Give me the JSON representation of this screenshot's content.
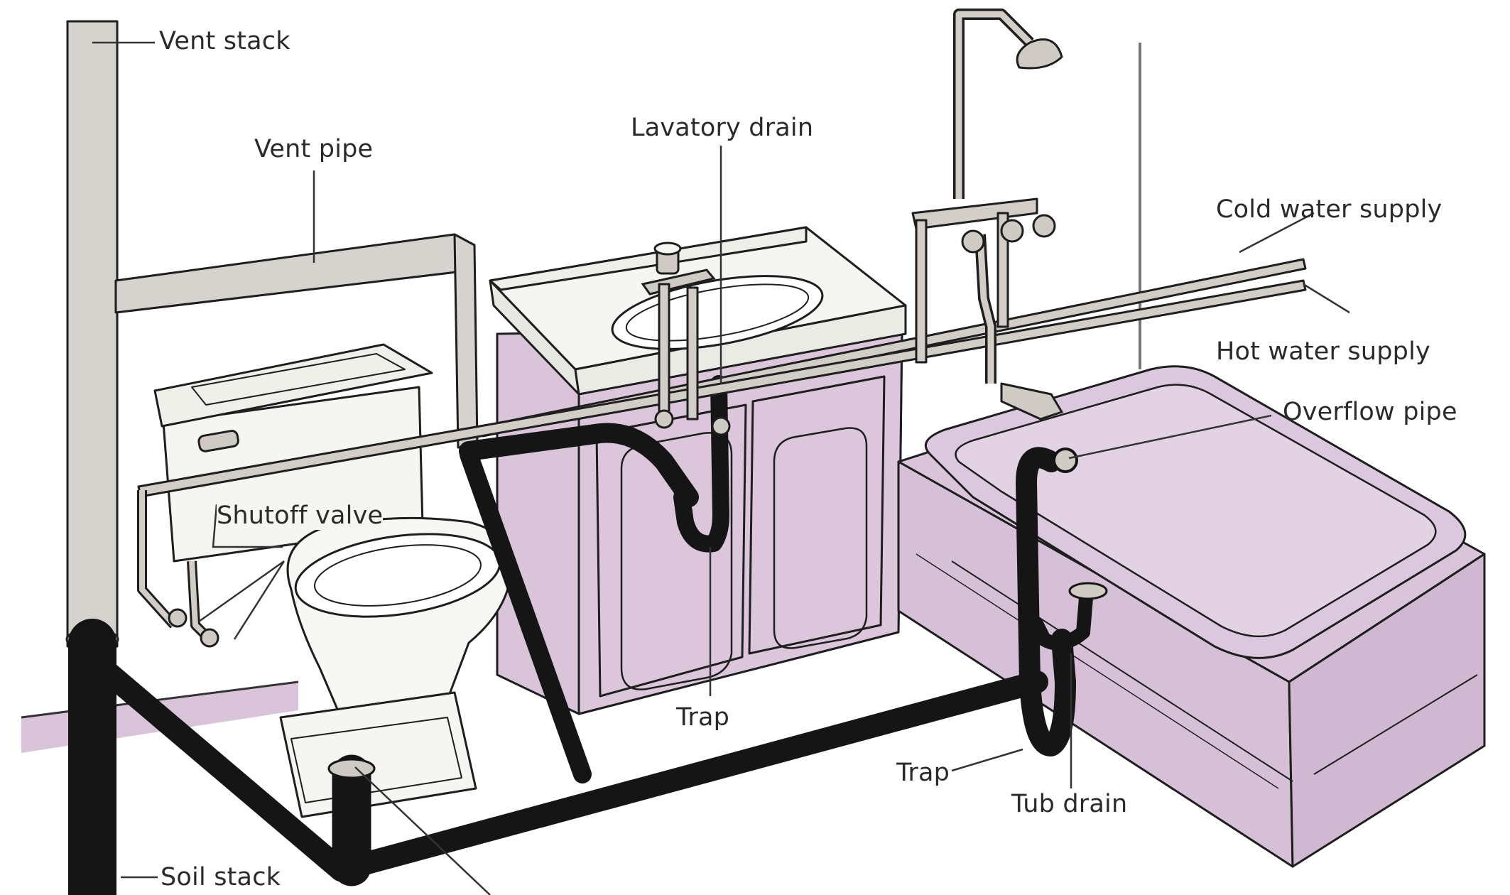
{
  "labels": {
    "vent_stack": "Vent stack",
    "vent_pipe": "Vent pipe",
    "lavatory_drain": "Lavatory drain",
    "cold_water_supply": "Cold water supply",
    "hot_water_supply": "Hot water supply",
    "overflow_pipe": "Overflow pipe",
    "shutoff_valve": "Shutoff valve",
    "trap_lavatory": "Trap",
    "trap_tub": "Trap",
    "tub_drain": "Tub drain",
    "soil_stack": "Soil stack"
  },
  "colors": {
    "fixture_fill": "#d9c4da",
    "fixture_shadow": "#c6abc8",
    "porcelain": "#f5f5f1",
    "drain_pipe": "#151515",
    "vent_pipe_fill": "#d6d2ce",
    "line": "#1e1e1e"
  }
}
